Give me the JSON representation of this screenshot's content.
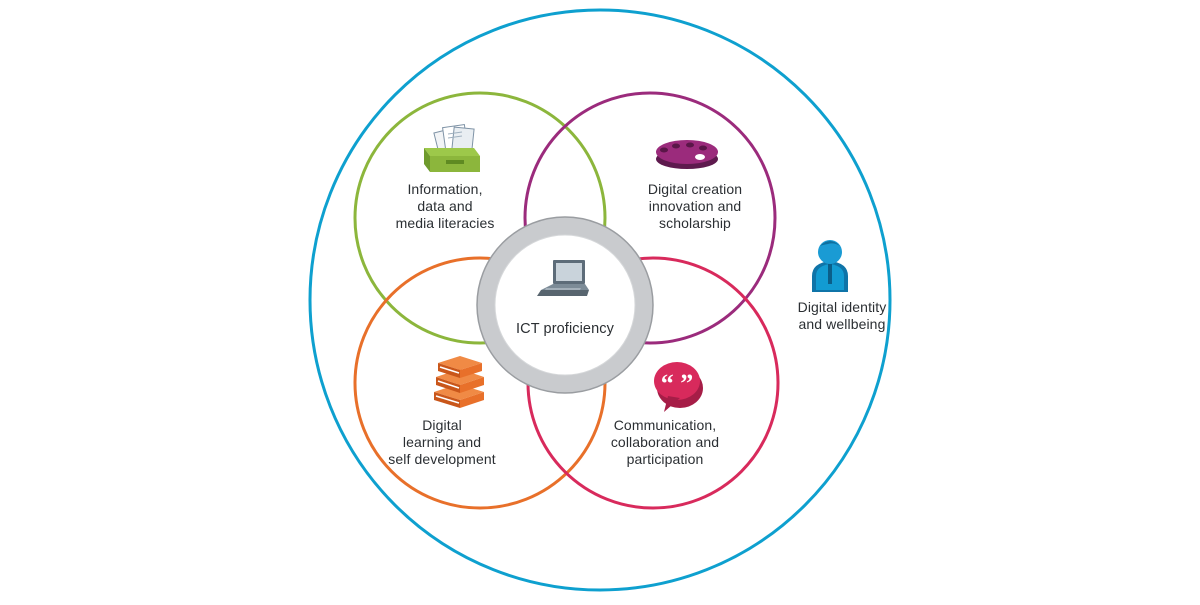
{
  "diagram": {
    "outer_circle": {
      "color": "#0ea0cf",
      "label_lines": [
        "Digital identity",
        "and wellbeing"
      ],
      "icon": "person-icon"
    },
    "core": {
      "label": "ICT proficiency",
      "ring_color": "#c9cbce",
      "icon": "laptop-icon"
    },
    "domains": [
      {
        "key": "information",
        "label_lines": [
          "Information,",
          "data and",
          "media literacies"
        ],
        "color": "#8cb63c",
        "icon": "card-file-icon"
      },
      {
        "key": "creation",
        "label_lines": [
          "Digital creation",
          "innovation and",
          "scholarship"
        ],
        "color": "#9b2b7c",
        "icon": "palette-icon"
      },
      {
        "key": "learning",
        "label_lines": [
          "Digital",
          "learning and",
          "self development"
        ],
        "color": "#e8702a",
        "icon": "books-icon"
      },
      {
        "key": "communication",
        "label_lines": [
          "Communication,",
          "collaboration and",
          "participation"
        ],
        "color": "#d82a5c",
        "icon": "speech-bubble-icon"
      }
    ]
  }
}
